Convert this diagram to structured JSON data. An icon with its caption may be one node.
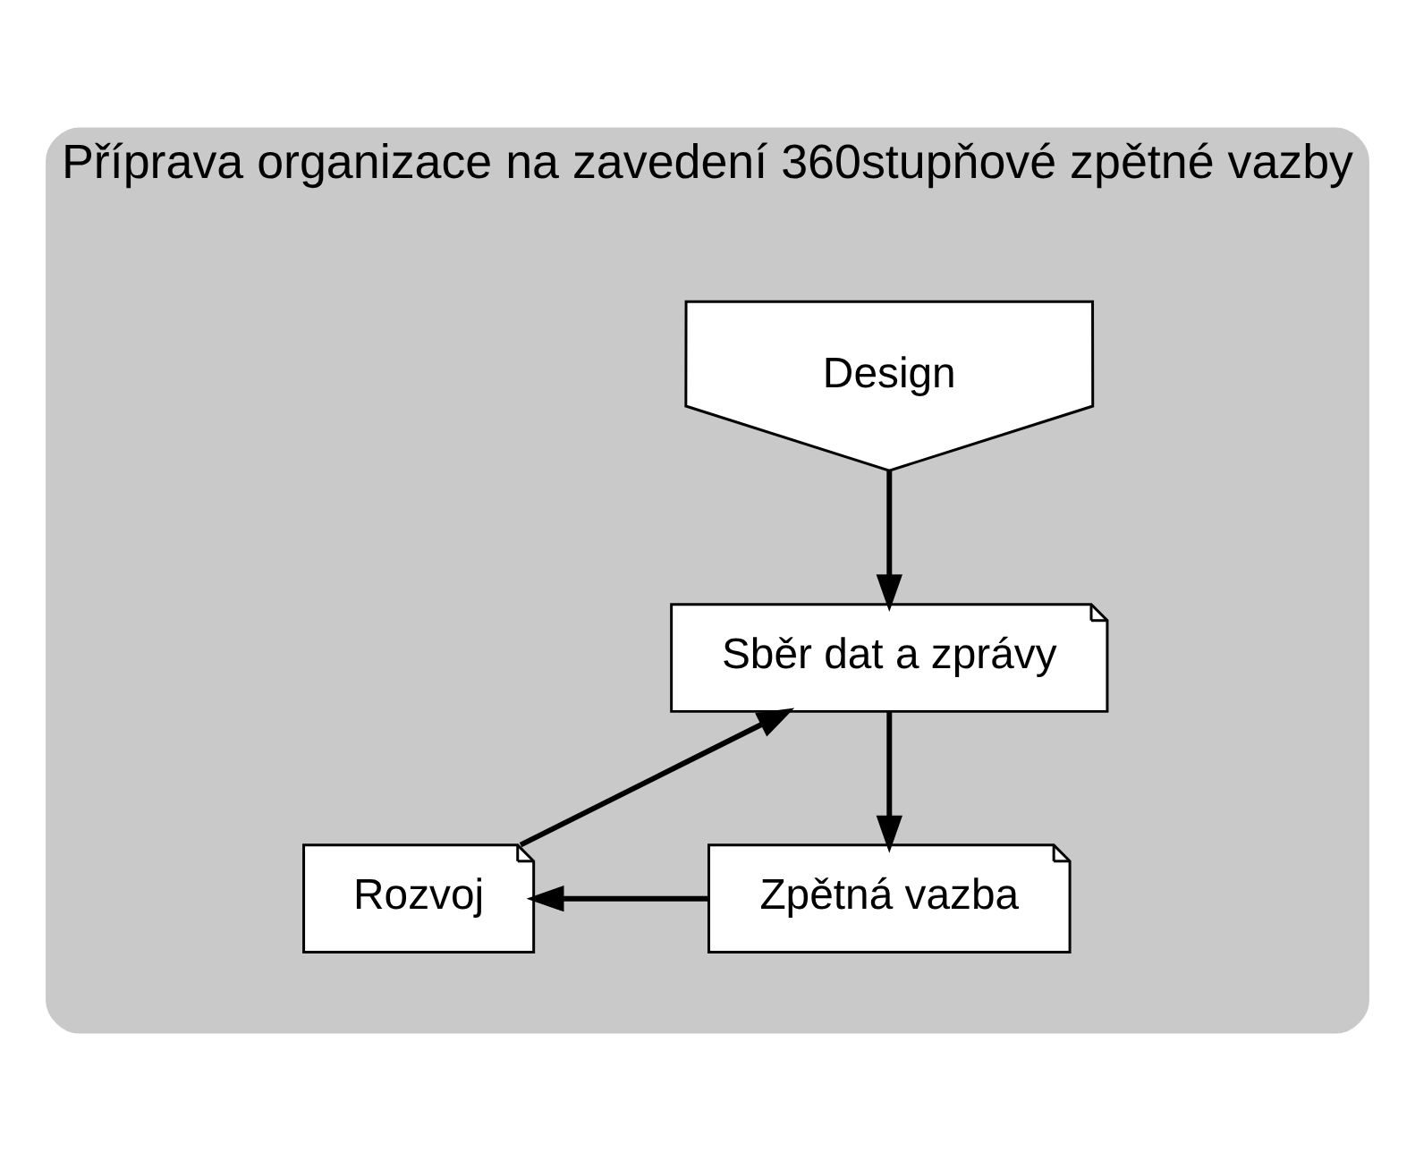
{
  "diagram": {
    "nodes": [
      {
        "text": [
          "Příprava organizace na zavedení 360stupňové zpětné vazby"
        ]
      },
      {
        "text": [
          "Design"
        ],
        "in": 0
      },
      {
        "text": [
          "Sběr dat a zprávy"
        ],
        "in": 0
      },
      {
        "text": [
          "Zpětná vazba"
        ],
        "in": 0
      },
      {
        "text": [
          "Rozvoj"
        ],
        "in": 0
      }
    ],
    "edges": [
      {
        "from": 1,
        "to": 2,
        "arrow": "to"
      },
      {
        "from": 2,
        "to": 3,
        "arrow": "to"
      },
      {
        "from": 3,
        "to": 4,
        "arrow": "to"
      },
      {
        "from": 4,
        "to": 2,
        "arrow": "to"
      }
    ]
  }
}
